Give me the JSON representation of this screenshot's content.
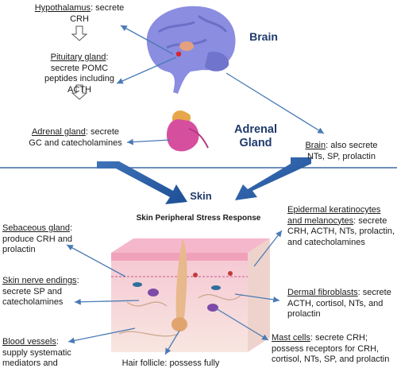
{
  "brain_section": {
    "title": "Brain",
    "hypothalamus": {
      "name": "Hypothalamus",
      "text": ": secrete CRH"
    },
    "pituitary": {
      "name": "Pituitary gland",
      "text": ":",
      "line2": "secrete POMC",
      "line3": "peptides including",
      "line4": "ACTH"
    },
    "adrenal_label": {
      "name": "Adrenal gland",
      "text": ": secrete",
      "line2": "GC and catecholamines"
    },
    "brain_secretion": {
      "name": "Brain",
      "text": ": also secrete",
      "line2": "NTs, SP, prolactin"
    }
  },
  "adrenal_section": {
    "title_line1": "Adrenal",
    "title_line2": "Gland"
  },
  "skin_section": {
    "title": "Skin",
    "subtitle": "Skin Peripheral Stress Response",
    "sebaceous": {
      "name": "Sebaceous gland",
      "text": ":",
      "line2": "produce CRH and",
      "line3": "prolactin"
    },
    "nerve": {
      "name": "Skin nerve endings",
      "text": ":",
      "line2": "secrete SP and",
      "line3": "catecholamines"
    },
    "vessels": {
      "name": "Blood vessels",
      "text": ":",
      "line2": "supply systematic",
      "line3": "mediators and"
    },
    "follicle": {
      "text": "Hair follicle: possess fully"
    },
    "keratinocytes": {
      "name": "Epidermal keratinocytes",
      "line2": "and melanocytes",
      "text": ": secrete",
      "line3": "CRH, ACTH, NTs, prolactin,",
      "line4": "and catecholamines"
    },
    "fibroblasts": {
      "name": "Dermal fibroblasts",
      "text": ": secrete",
      "line2": "ACTH, cortisol, NTs, and",
      "line3": "prolactin"
    },
    "mast": {
      "name": "Mast cells",
      "text": ": secrete CRH;",
      "line2": "possess receptors for CRH,",
      "line3": "cortisol, NTs, SP, and prolactin"
    }
  },
  "colors": {
    "arrow": "#4a7ab5",
    "title": "#1f3a6b",
    "brain": "#7f82d6",
    "skin_top": "#f3b6c8",
    "skin_body": "#f7e1dc"
  }
}
